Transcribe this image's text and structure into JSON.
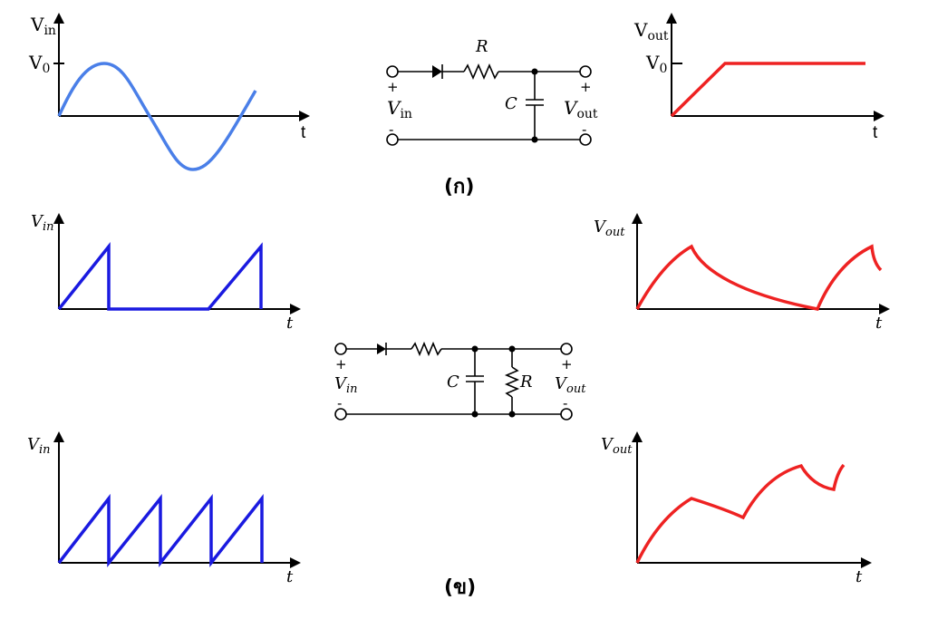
{
  "part_a": {
    "caption": "(ก)",
    "input_graph": {
      "y_label_main": "V",
      "y_label_sub": "in",
      "level_main": "V",
      "level_sub": "0",
      "x_label": "t",
      "wave_color": "#4a7fe8"
    },
    "circuit": {
      "r_label": "R",
      "c_label": "C",
      "in_main": "V",
      "in_sub": "in",
      "out_main": "V",
      "out_sub": "out",
      "plus": "+",
      "minus": "-"
    },
    "output_graph": {
      "y_label_main": "V",
      "y_label_sub": "out",
      "level_main": "V",
      "level_sub": "0",
      "x_label": "t",
      "wave_color": "#ee2222"
    }
  },
  "part_b": {
    "caption": "(ข)",
    "input_graph_1": {
      "y_label_main": "V",
      "y_label_sub": "in",
      "x_label": "t",
      "wave_color": "#1a1ae0"
    },
    "output_graph_1": {
      "y_label_main": "V",
      "y_label_sub": "out",
      "x_label": "t",
      "wave_color": "#ee2222"
    },
    "circuit": {
      "r_label": "R",
      "c_label": "C",
      "in_main": "V",
      "in_sub": "in",
      "out_main": "V",
      "out_sub": "out",
      "plus": "+",
      "minus": "-"
    },
    "input_graph_2": {
      "y_label_main": "V",
      "y_label_sub": "in",
      "x_label": "t",
      "wave_color": "#1a1ae0"
    },
    "output_graph_2": {
      "y_label_main": "V",
      "y_label_sub": "out",
      "x_label": "t",
      "wave_color": "#ee2222"
    }
  }
}
